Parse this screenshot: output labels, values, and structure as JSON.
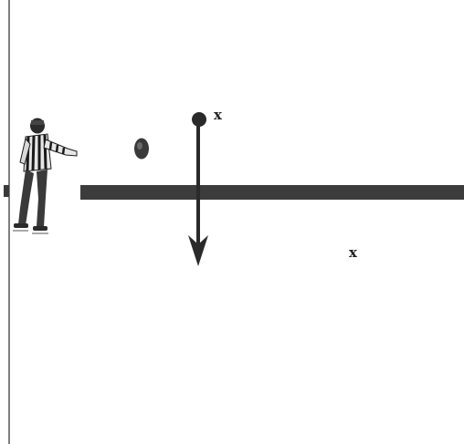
{
  "diagram": {
    "marker_labels": [
      "x",
      "x"
    ],
    "colors": {
      "ink": "#2a2a2a",
      "bar": "#3c3c3c",
      "jersey_stripe": "#1a1a1a",
      "jersey_light": "#e6e6e6",
      "background": "#ffffff"
    },
    "elements": [
      "wall-line",
      "referee-figure",
      "puck",
      "dot-marker",
      "down-arrow",
      "horizontal-bar",
      "x-marker"
    ]
  }
}
